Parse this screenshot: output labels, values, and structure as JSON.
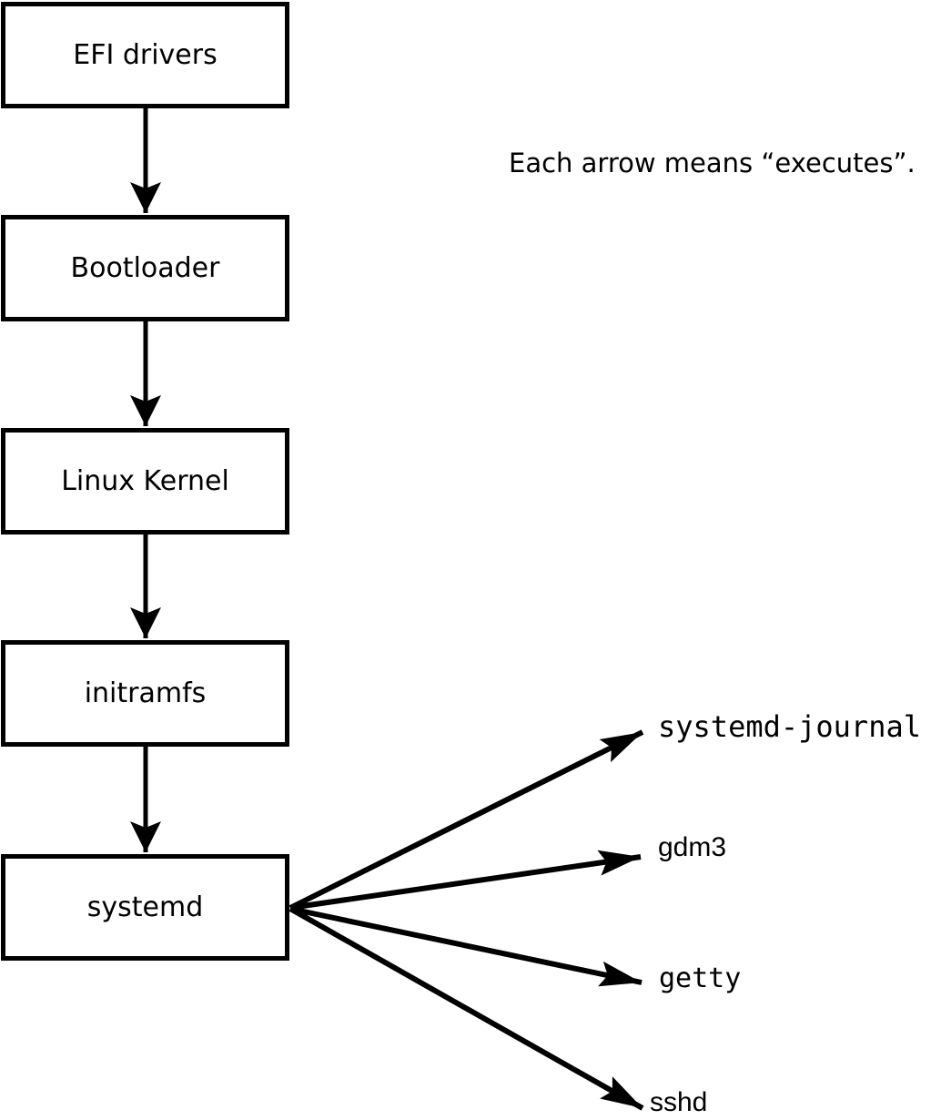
{
  "note": {
    "text": "Each arrow means “executes”."
  },
  "chain": {
    "nodes": [
      "EFI drivers",
      "Bootloader",
      "Linux Kernel",
      "initramfs",
      "systemd"
    ]
  },
  "targets": {
    "items": [
      "systemd-journal",
      "gdm3",
      "getty",
      "sshd"
    ]
  },
  "colors": {
    "ink": "#000000",
    "background": "#ffffff",
    "box_fill": "#ffffff"
  }
}
